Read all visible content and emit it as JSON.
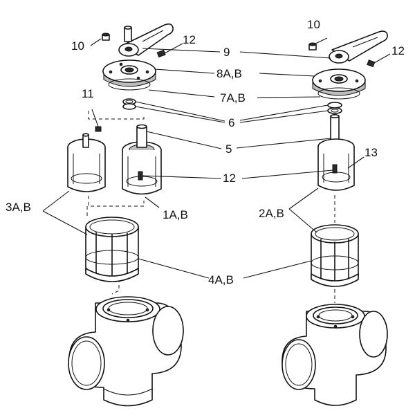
{
  "labels": {
    "l10": "10",
    "l12": "12",
    "l9": "9",
    "l8": "8A,B",
    "l7": "7A,B",
    "l6": "6",
    "l11": "11",
    "l5": "5",
    "l13": "13",
    "l3": "3A,B",
    "l1": "1A,B",
    "l2": "2A,B",
    "l4": "4A,B"
  }
}
